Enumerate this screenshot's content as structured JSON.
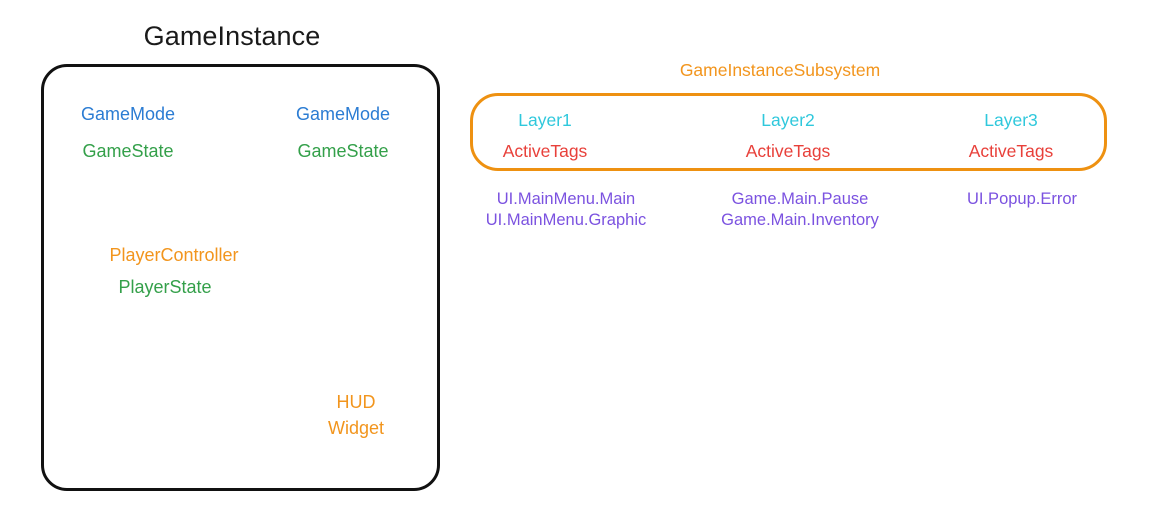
{
  "diagram": {
    "background_color": "#ffffff",
    "colors": {
      "title_black": "#1a1a1a",
      "blue": "#2b7cd3",
      "green": "#34a04a",
      "orange": "#f2951d",
      "cyan": "#2fc8dc",
      "red": "#e8403a",
      "purple": "#7b52e0",
      "box_border_black": "#111111",
      "box_border_orange": "#ee9111"
    }
  },
  "game_instance": {
    "title": "GameInstance",
    "left_column": {
      "game_mode": "GameMode",
      "game_state": "GameState"
    },
    "right_column": {
      "game_mode": "GameMode",
      "game_state": "GameState"
    },
    "player": {
      "player_controller": "PlayerController",
      "player_state": "PlayerState"
    },
    "hud": {
      "hud": "HUD",
      "widget": "Widget"
    }
  },
  "game_instance_subsystem": {
    "title": "GameInstanceSubsystem",
    "active_tags_label": "ActiveTags",
    "layers": [
      {
        "name": "Layer1",
        "active_tags_label": "ActiveTags",
        "tags": [
          "UI.MainMenu.Main",
          "UI.MainMenu.Graphic"
        ]
      },
      {
        "name": "Layer2",
        "active_tags_label": "ActiveTags",
        "tags": [
          "Game.Main.Pause",
          "Game.Main.Inventory"
        ]
      },
      {
        "name": "Layer3",
        "active_tags_label": "ActiveTags",
        "tags": [
          "UI.Popup.Error"
        ]
      }
    ]
  }
}
